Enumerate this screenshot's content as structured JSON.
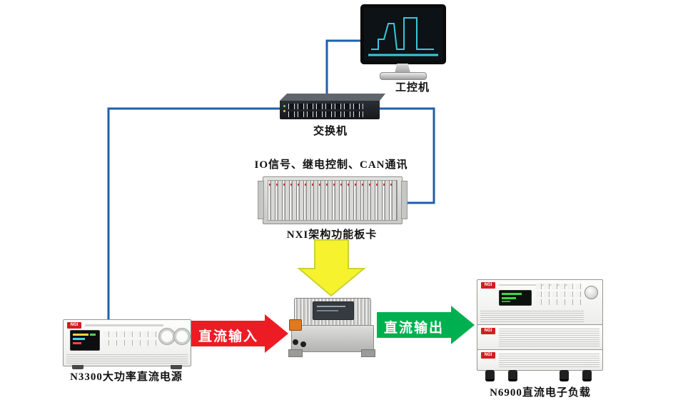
{
  "nodes": {
    "industrial_pc": {
      "label": "工控机"
    },
    "ethernet_switch": {
      "label": "交换机"
    },
    "nxi_chassis": {
      "caption": "IO信号、继电控制、CAN通讯",
      "label": "NXI架构功能板卡"
    },
    "dc_power_supply": {
      "label": "N3300大功率直流电源",
      "brand": "NGI"
    },
    "electronic_load": {
      "label": "N6900直流电子负载",
      "brand": "NGI"
    }
  },
  "arrows": {
    "dc_input": {
      "label": "直流输入",
      "color": "#ed1c24"
    },
    "dc_output": {
      "label": "直流输出",
      "color": "#00b050"
    },
    "control": {
      "color": "#f6f22d",
      "outline": "#c9d330"
    }
  },
  "colors": {
    "connection_line": "#1f5fa8",
    "waveform": "#3ac8da"
  }
}
